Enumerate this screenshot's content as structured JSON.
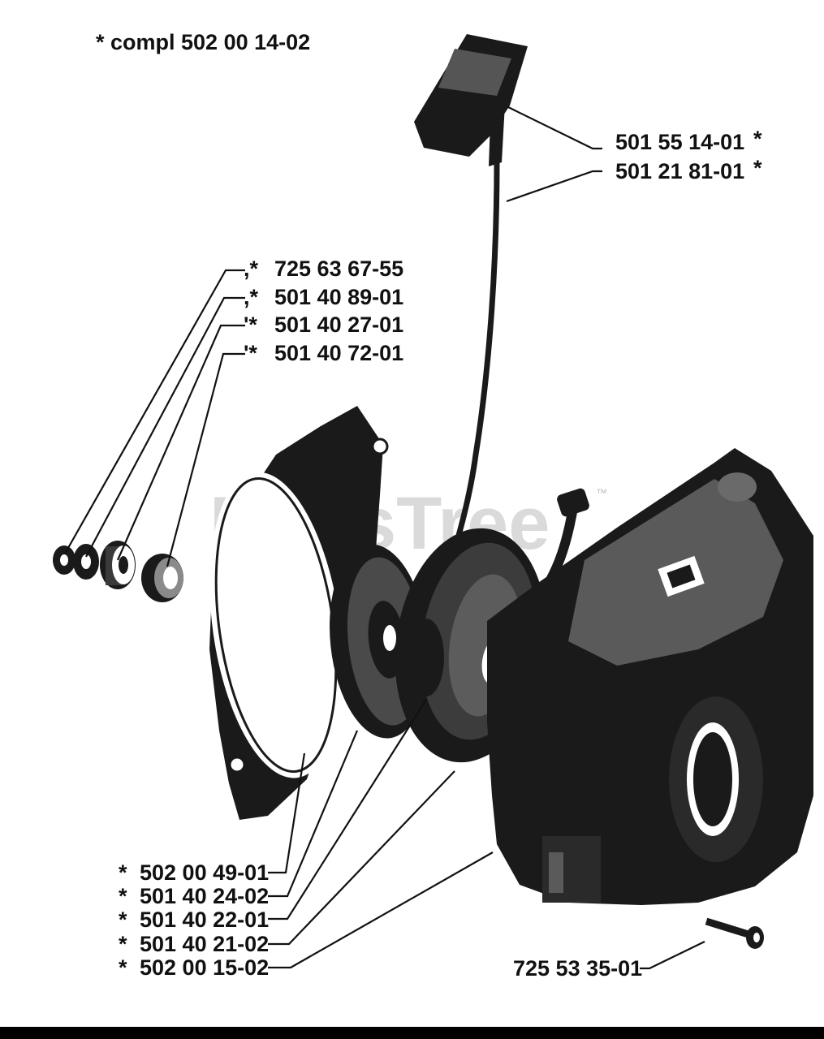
{
  "header": {
    "assembly_note": "* compl 502 00 14-02"
  },
  "watermark": {
    "text": "PartsTree",
    "trademark": "™"
  },
  "callouts": {
    "top_right": [
      {
        "part": "501 55 14-01",
        "suffix": "*"
      },
      {
        "part": "501 21 81-01",
        "suffix": "*"
      }
    ],
    "upper_left": [
      {
        "prefix": ",*",
        "part": "725 63 67-55"
      },
      {
        "prefix": ",*",
        "part": "501 40 89-01"
      },
      {
        "prefix": "'*",
        "part": "501 40 27-01"
      },
      {
        "prefix": "'*",
        "part": "501 40 72-01"
      }
    ],
    "bottom_left": [
      {
        "prefix": "*",
        "part": "502 00 49-01"
      },
      {
        "prefix": "*",
        "part": "501 40 24-02"
      },
      {
        "prefix": "*",
        "part": "501 40 22-01"
      },
      {
        "prefix": "*",
        "part": "501 40 21-02"
      },
      {
        "prefix": "*",
        "part": "502 00 15-02"
      }
    ],
    "bottom_right": [
      {
        "part": "725 53 35-01"
      }
    ]
  }
}
